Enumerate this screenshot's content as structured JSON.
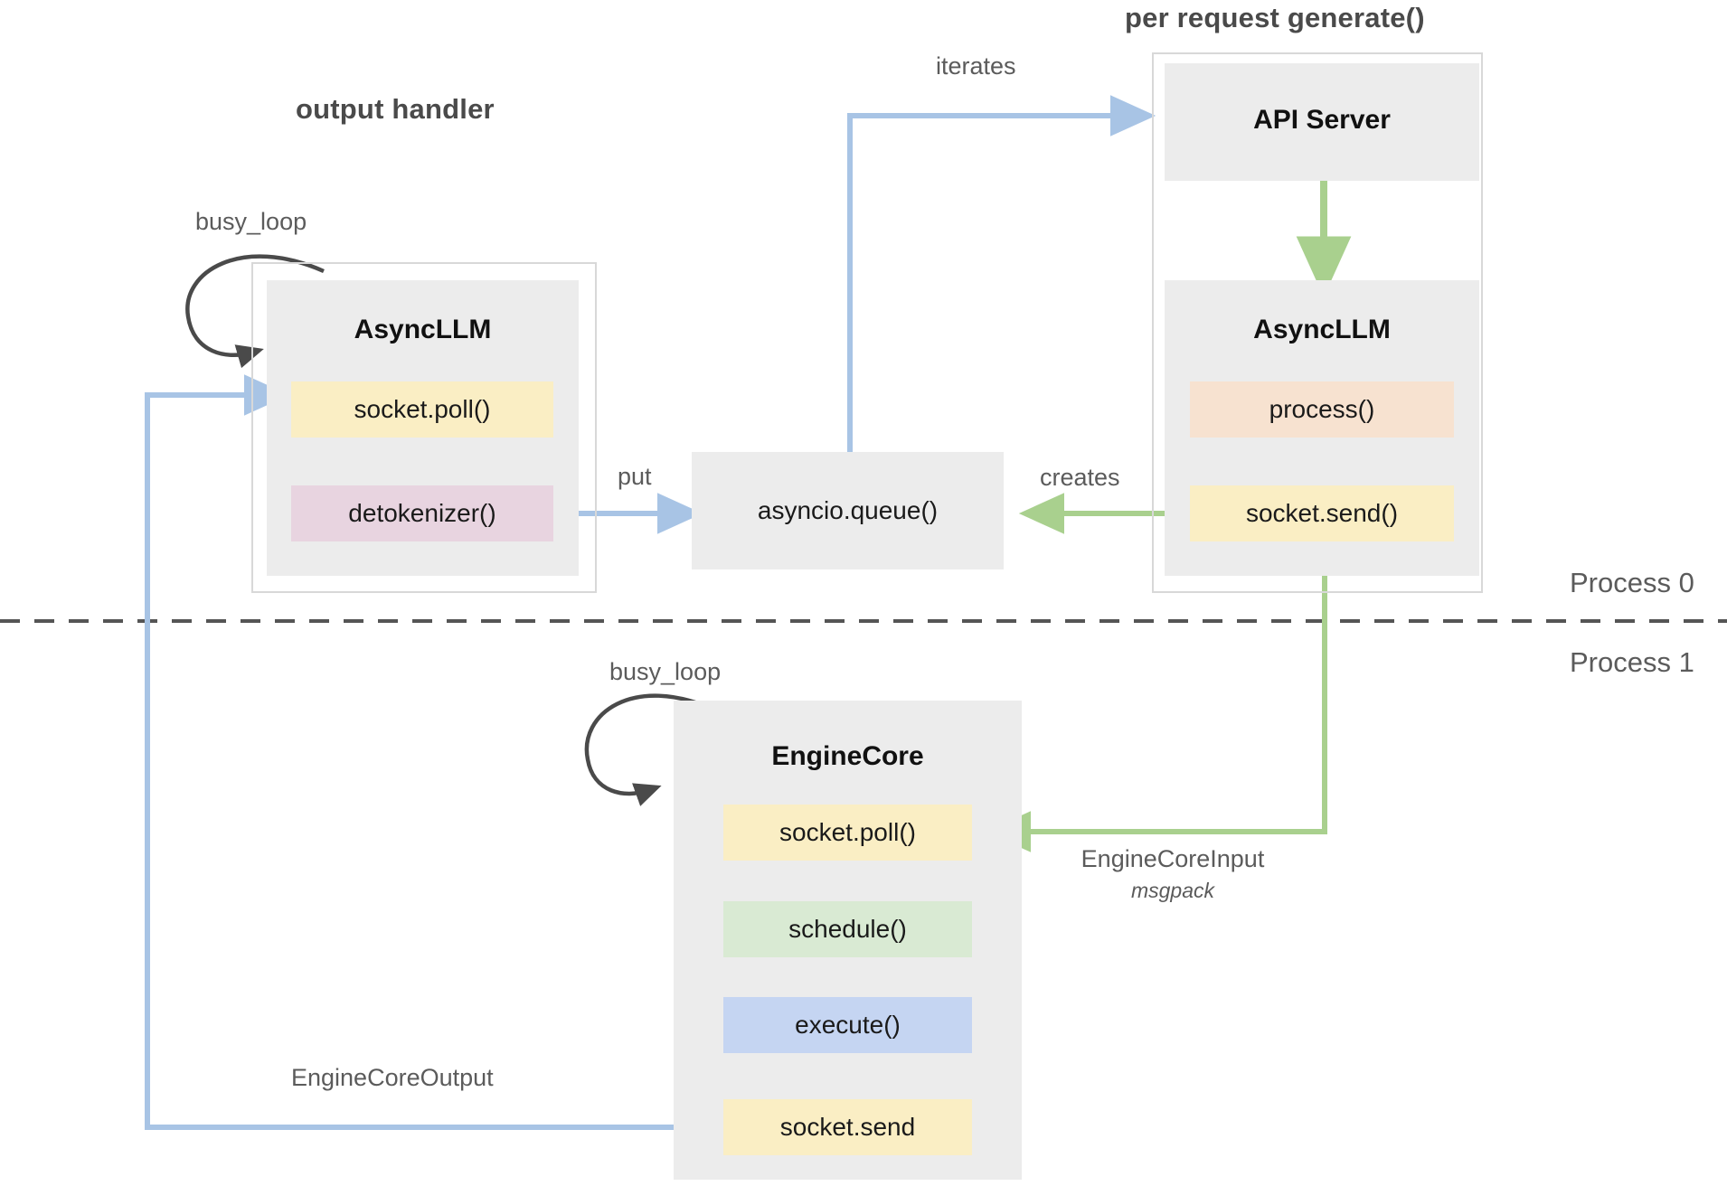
{
  "diagram": {
    "title_output_handler": "output handler",
    "title_per_request": "per request generate()",
    "process_top_label": "Process 0",
    "process_bottom_label": "Process 1",
    "colors": {
      "blue_arrow": "#a8c4e5",
      "green_arrow": "#a9d08e",
      "black_arrow": "#4a4a4a",
      "box_gray": "#ececec",
      "frame_gray": "#d8d8d8",
      "pill_yellow": "#faeec4",
      "pill_pink": "#e8d4e0",
      "pill_peach": "#f7e2d0",
      "pill_green": "#d9ead3",
      "pill_blue": "#c5d5f2",
      "divider": "#555555"
    }
  },
  "output_handler": {
    "box_title": "AsyncLLM",
    "busy_loop_label": "busy_loop",
    "methods": [
      {
        "label": "socket.poll()",
        "color": "yellow"
      },
      {
        "label": "detokenizer()",
        "color": "pink"
      }
    ]
  },
  "queue": {
    "label": "asyncio.queue()"
  },
  "per_request": {
    "api_server_title": "API Server",
    "async_llm_title": "AsyncLLM",
    "methods": [
      {
        "label": "process()",
        "color": "peach"
      },
      {
        "label": "socket.send()",
        "color": "yellow"
      }
    ]
  },
  "engine_core": {
    "box_title": "EngineCore",
    "busy_loop_label": "busy_loop",
    "methods": [
      {
        "label": "socket.poll()",
        "color": "yellow"
      },
      {
        "label": "schedule()",
        "color": "green"
      },
      {
        "label": "execute()",
        "color": "blue"
      },
      {
        "label": "socket.send",
        "color": "yellow"
      }
    ]
  },
  "edges": {
    "iterates": "iterates",
    "put": "put",
    "creates": "creates",
    "engine_core_input": "EngineCoreInput",
    "engine_core_input_sub": "msgpack",
    "engine_core_output": "EngineCoreOutput"
  }
}
